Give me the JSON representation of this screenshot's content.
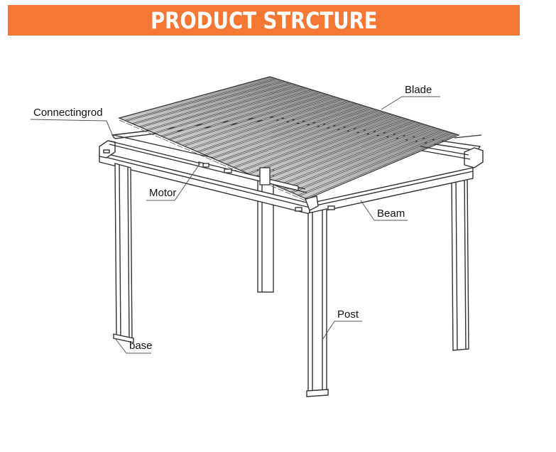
{
  "banner": {
    "title": "PRODUCT STRCTURE",
    "color": "#f47733"
  },
  "labels": {
    "blade": "Blade",
    "connecting_rod": "Connectingrod",
    "motor": "Motor",
    "beam": "Beam",
    "post": "Post",
    "base": "base"
  },
  "colors": {
    "line": "#333333",
    "blade_dark": "#7c7c7c",
    "blade_light": "#d6d6d6"
  }
}
